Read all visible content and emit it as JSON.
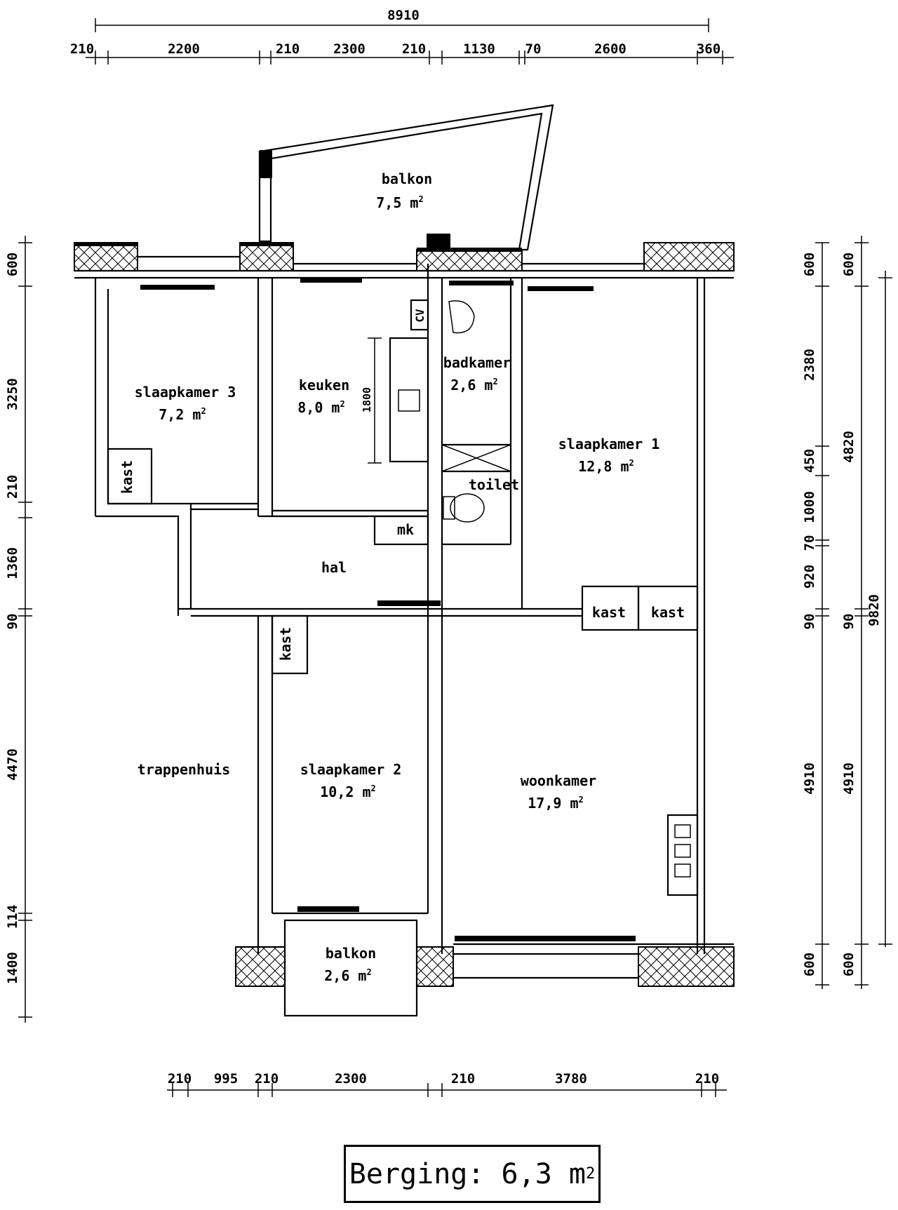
{
  "dimensions": {
    "top_total": "8910",
    "top_row": [
      "210",
      "2200",
      "210",
      "2300",
      "210",
      "1130",
      "70",
      "2600",
      "360"
    ],
    "bottom_row": [
      "210",
      "995",
      "210",
      "2300",
      "210",
      "3780",
      "210"
    ],
    "left_col": [
      "600",
      "3250",
      "210",
      "1360",
      "90",
      "4470",
      "114",
      "1400"
    ],
    "right_col1": [
      "600",
      "2380",
      "450",
      "1000",
      "70",
      "920",
      "90",
      "4910",
      "600"
    ],
    "right_col2": [
      "600",
      "4820",
      "90",
      "4910",
      "600"
    ],
    "right_total": "9820",
    "inner_1800": "1800"
  },
  "rooms": {
    "balkon_top": {
      "name": "balkon",
      "area": "7,5 m",
      "unit_sup": "2"
    },
    "slaapkamer3": {
      "name": "slaapkamer 3",
      "area": "7,2 m",
      "unit_sup": "2"
    },
    "keuken": {
      "name": "keuken",
      "area": "8,0 m",
      "unit_sup": "2"
    },
    "badkamer": {
      "name": "badkamer",
      "area": "2,6 m",
      "unit_sup": "2"
    },
    "slaapkamer1": {
      "name": "slaapkamer 1",
      "area": "12,8 m",
      "unit_sup": "2"
    },
    "toilet": {
      "name": "toilet"
    },
    "cv": {
      "name": "CV"
    },
    "mk": {
      "name": "mk"
    },
    "hal": {
      "name": "hal"
    },
    "kast_left": {
      "name": "kast"
    },
    "kast_hal": {
      "name": "kast"
    },
    "kast_right_a": {
      "name": "kast"
    },
    "kast_right_b": {
      "name": "kast"
    },
    "trappenhuis": {
      "name": "trappenhuis"
    },
    "slaapkamer2": {
      "name": "slaapkamer 2",
      "area": "10,2 m",
      "unit_sup": "2"
    },
    "woonkamer": {
      "name": "woonkamer",
      "area": "17,9 m",
      "unit_sup": "2"
    },
    "balkon_bottom": {
      "name": "balkon",
      "area": "2,6 m",
      "unit_sup": "2"
    }
  },
  "berging": {
    "label": "Berging: 6,3 m",
    "unit_sup": "2"
  }
}
